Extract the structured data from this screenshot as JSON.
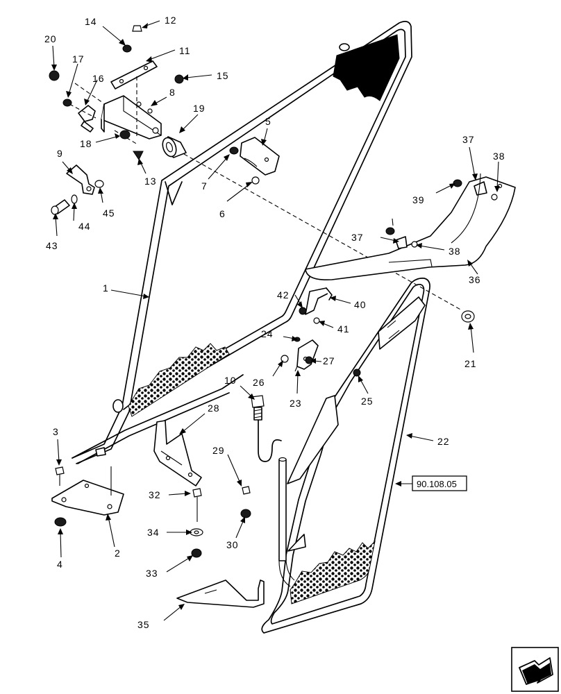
{
  "callouts": {
    "c1": "1",
    "c2": "2",
    "c3": "3",
    "c4": "4",
    "c5": "5",
    "c6": "6",
    "c7": "7",
    "c8": "8",
    "c9": "9",
    "c10": "10",
    "c11": "11",
    "c12": "12",
    "c13": "13",
    "c14": "14",
    "c15": "15",
    "c16": "16",
    "c17": "17",
    "c18": "18",
    "c19": "19",
    "c20": "20",
    "c21": "21",
    "c22": "22",
    "c23": "23",
    "c24": "24",
    "c25": "25",
    "c26": "26",
    "c27": "27",
    "c28": "28",
    "c29": "29",
    "c30": "30",
    "c31": "32",
    "c33": "33",
    "c34": "34",
    "c35": "35",
    "c36": "36",
    "c37a": "37",
    "c37b": "37",
    "c38a": "38",
    "c38b": "38",
    "c39": "39",
    "c40": "40",
    "c41": "41",
    "c42": "42",
    "c43": "43",
    "c44": "44",
    "c45": "45"
  },
  "reference": {
    "label": "90.108.05"
  },
  "nav": {
    "icon": "next-page-arrow-icon"
  }
}
